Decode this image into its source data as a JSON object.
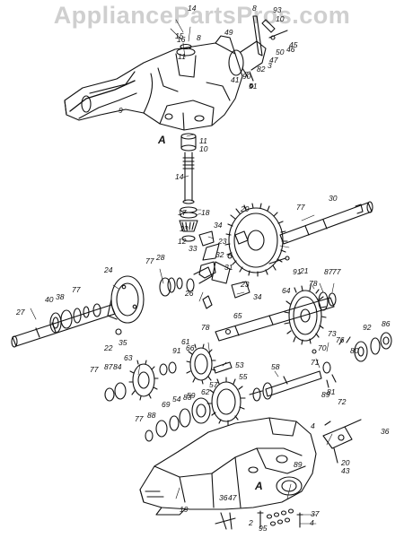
{
  "watermark": "AppliancePartsPros.com",
  "section_markers": [
    "A",
    "A"
  ],
  "part_labels": [
    "15",
    "16",
    "8",
    "11",
    "14",
    "8",
    "49",
    "93",
    "10",
    "45",
    "46",
    "50",
    "47",
    "3",
    "82",
    "90",
    "51",
    "41",
    "7",
    "9",
    "11",
    "10",
    "14",
    "30",
    "77",
    "29",
    "17",
    "18",
    "13",
    "12",
    "34",
    "23",
    "33",
    "32",
    "24",
    "77",
    "28",
    "21",
    "91",
    "87",
    "77",
    "78",
    "38",
    "77",
    "40",
    "31",
    "23",
    "34",
    "26",
    "27",
    "22",
    "35",
    "64",
    "65",
    "78",
    "53",
    "91",
    "66",
    "61",
    "77",
    "87",
    "84",
    "63",
    "55",
    "58",
    "71",
    "70",
    "73",
    "92",
    "86",
    "76",
    "80",
    "89",
    "81",
    "72",
    "57",
    "62",
    "83",
    "59",
    "54",
    "69",
    "77",
    "88",
    "36",
    "4",
    "20",
    "43",
    "89",
    "19",
    "36",
    "47",
    "2",
    "95",
    "37",
    "4"
  ]
}
